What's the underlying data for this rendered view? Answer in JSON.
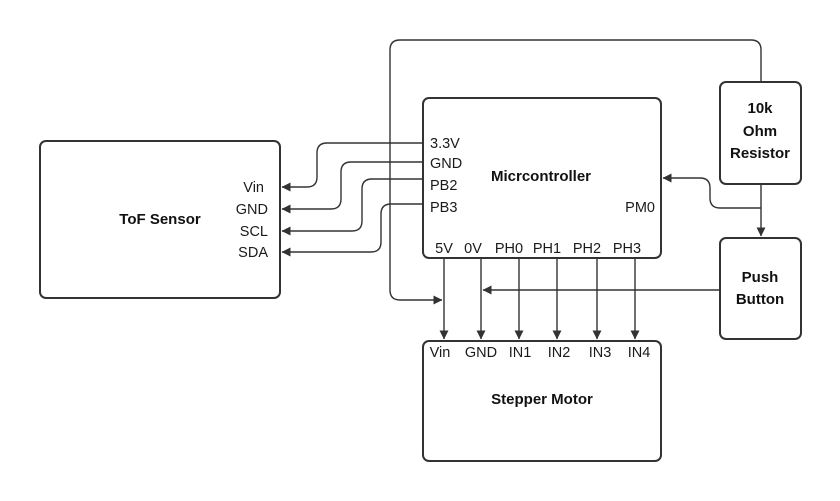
{
  "blocks": {
    "tof": {
      "title": "ToF Sensor",
      "pins": {
        "vin": "Vin",
        "gnd": "GND",
        "scl": "SCL",
        "sda": "SDA"
      }
    },
    "mcu": {
      "title": "Micrcontroller",
      "pins": {
        "p33": "3.3V",
        "gnd": "GND",
        "pb2": "PB2",
        "pb3": "PB3",
        "pm0": "PM0",
        "v5": "5V",
        "v0": "0V",
        "ph0": "PH0",
        "ph1": "PH1",
        "ph2": "PH2",
        "ph3": "PH3"
      }
    },
    "resistor": {
      "line1": "10k",
      "line2": "Ohm",
      "line3": "Resistor"
    },
    "button": {
      "line1": "Push",
      "line2": "Button"
    },
    "motor": {
      "title": "Stepper Motor",
      "pins": {
        "vin": "Vin",
        "gnd": "GND",
        "in1": "IN1",
        "in2": "IN2",
        "in3": "IN3",
        "in4": "IN4"
      }
    }
  },
  "colors": {
    "stroke": "#333333",
    "text": "#1a1a1a",
    "background": "#ffffff"
  }
}
